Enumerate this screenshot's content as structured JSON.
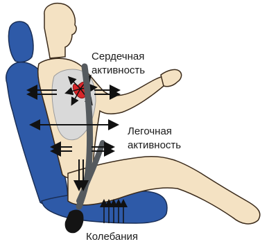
{
  "labels": {
    "cardiac_line1": "Сердечная",
    "cardiac_line2": "активность",
    "pulmonary_line1": "Легочная",
    "pulmonary_line2": "активность",
    "vibration": "Колебания"
  },
  "colors": {
    "seat_blue": "#2e5aa8",
    "seat_blue_dark": "#1f3f80",
    "skin": "#f4e2c3",
    "skin_outline": "#3a2a1a",
    "lung_gray": "#d9d9d9",
    "heart_red": "#d8262a",
    "belt_gray": "#555a5e",
    "buckle_black": "#141414",
    "arrow_black": "#111111"
  },
  "icons": {
    "heart": "heart-icon",
    "lungs": "lungs-icon",
    "vibration_arrows": "vibration-arrows-icon",
    "belt_buckle": "belt-buckle-icon"
  }
}
